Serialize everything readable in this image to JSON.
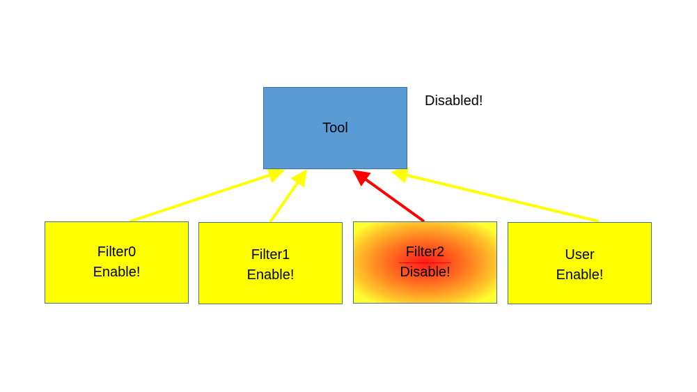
{
  "diagram": {
    "tool": {
      "label": "Tool",
      "status": "Disabled!"
    },
    "filters": [
      {
        "name": "Filter0",
        "status": "Enable!",
        "state": "enabled"
      },
      {
        "name": "Filter1",
        "status": "Enable!",
        "state": "enabled"
      },
      {
        "name": "Filter2",
        "status": "Disable!",
        "state": "disabled"
      },
      {
        "name": "User",
        "status": "Enable!",
        "state": "enabled"
      }
    ],
    "edges": [
      {
        "from": "Filter0",
        "to": "Tool",
        "color": "#ffff00"
      },
      {
        "from": "Filter1",
        "to": "Tool",
        "color": "#ffff00"
      },
      {
        "from": "Filter2",
        "to": "Tool",
        "color": "#ff0000"
      },
      {
        "from": "User",
        "to": "Tool",
        "color": "#ffff00"
      }
    ],
    "colors": {
      "tool_fill": "#5b9bd5",
      "enabled_fill": "#ffff00",
      "disabled_center": "#ff0000",
      "border": "#41719c"
    }
  }
}
